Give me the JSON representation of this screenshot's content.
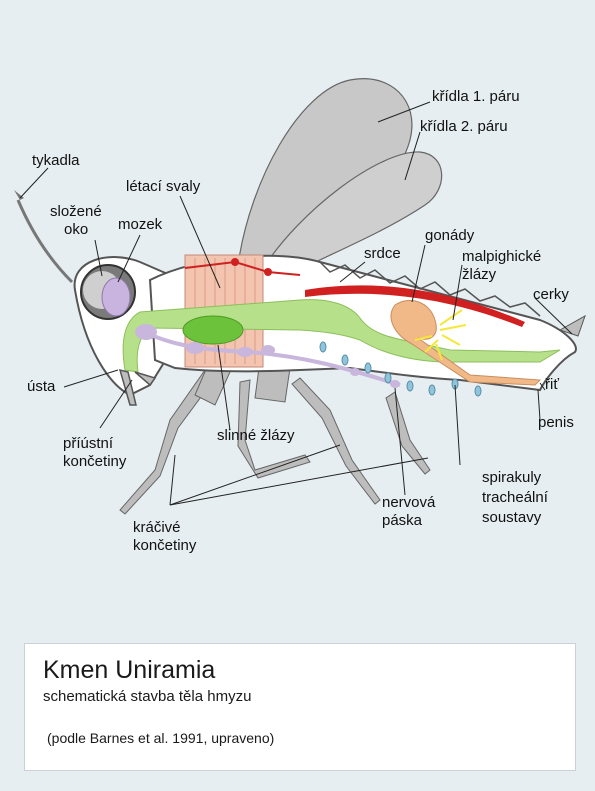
{
  "labels": {
    "wings1": "křídla 1. páru",
    "wings2": "křídla 2. páru",
    "antennae": "tykadla",
    "compound_eye_1": "složené",
    "compound_eye_2": "oko",
    "brain": "mozek",
    "flight_muscles": "létací svaly",
    "heart": "srdce",
    "gonads": "gonády",
    "malpighian_1": "malpighické",
    "malpighian_2": "žlázy",
    "cerci": "cerky",
    "mouth": "ústa",
    "anus": "řiť",
    "penis": "penis",
    "mouthparts_1": "příústní",
    "mouthparts_2": "končetiny",
    "salivary_glands": "slinné žlázy",
    "spiracles_1": "spirakuly",
    "spiracles_2": "tracheální",
    "spiracles_3": "soustavy",
    "nerve_cord_1": "nervová",
    "nerve_cord_2": "páska",
    "walking_legs_1": "kráčivé",
    "walking_legs_2": "končetiny"
  },
  "caption": {
    "title": "Kmen Uniramia",
    "subtitle": "schematická stavba těla hmyzu",
    "source": "(podle Barnes et al.  1991, upraveno)"
  },
  "colors": {
    "background": "#e6eef2",
    "body_outline": "#555555",
    "wing": "#c8c8c8",
    "muscle": "#f3c4b0",
    "gut": "#b7e08a",
    "gland": "#6cc23a",
    "heart": "#d02020",
    "gonad": "#f1b888",
    "nerve": "#c9b6dc",
    "eye": "#777777",
    "brain": "#c8b4de",
    "spiracle": "#8fc5dc",
    "malpighian": "#f5e83a"
  }
}
